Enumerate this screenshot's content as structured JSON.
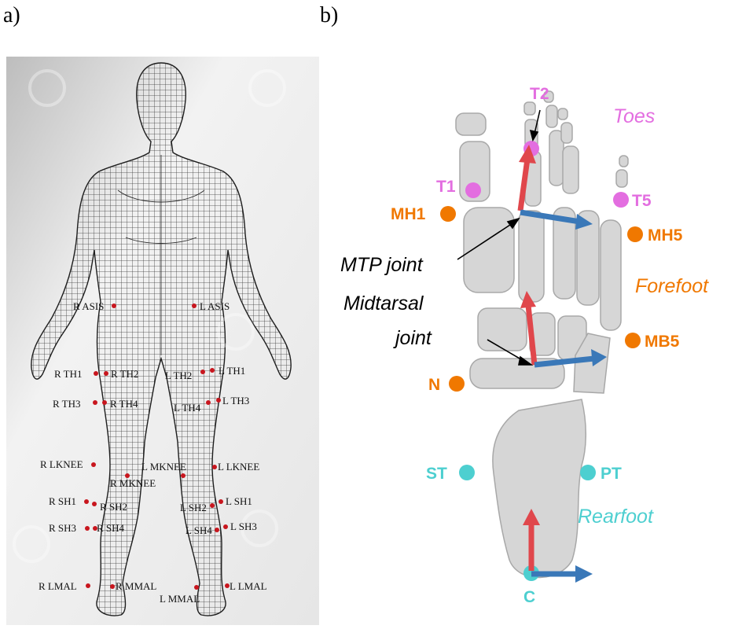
{
  "panel_labels": {
    "a": "a)",
    "b": "b)"
  },
  "body_markers": [
    {
      "id": "r-asis",
      "label": "R ASIS"
    },
    {
      "id": "l-asis",
      "label": "L ASIS"
    },
    {
      "id": "r-th1",
      "label": "R TH1"
    },
    {
      "id": "r-th2",
      "label": "R TH2"
    },
    {
      "id": "l-th2",
      "label": "L TH2"
    },
    {
      "id": "l-th1",
      "label": "L TH1"
    },
    {
      "id": "r-th3",
      "label": "R TH3"
    },
    {
      "id": "r-th4",
      "label": "R TH4"
    },
    {
      "id": "l-th4",
      "label": "L TH4"
    },
    {
      "id": "l-th3",
      "label": "L TH3"
    },
    {
      "id": "r-lknee",
      "label": "R LKNEE"
    },
    {
      "id": "l-mknee",
      "label": "L MKNEE"
    },
    {
      "id": "l-lknee",
      "label": "L LKNEE"
    },
    {
      "id": "r-mknee",
      "label": "R MKNEE"
    },
    {
      "id": "r-sh1",
      "label": "R SH1"
    },
    {
      "id": "r-sh2",
      "label": "R SH2"
    },
    {
      "id": "l-sh2",
      "label": "L SH2"
    },
    {
      "id": "l-sh1",
      "label": "L SH1"
    },
    {
      "id": "r-sh3",
      "label": "R SH3"
    },
    {
      "id": "r-sh4",
      "label": "R SH4"
    },
    {
      "id": "l-sh4",
      "label": "L SH4"
    },
    {
      "id": "l-sh3",
      "label": "L SH3"
    },
    {
      "id": "r-lmal",
      "label": "R LMAL"
    },
    {
      "id": "r-mmal",
      "label": "R MMAL"
    },
    {
      "id": "l-lmal",
      "label": "L LMAL"
    },
    {
      "id": "l-mmal",
      "label": "L MMAL"
    }
  ],
  "foot_markers": [
    {
      "id": "t2",
      "label": "T2",
      "group": "toes"
    },
    {
      "id": "t1",
      "label": "T1",
      "group": "toes"
    },
    {
      "id": "t5",
      "label": "T5",
      "group": "toes"
    },
    {
      "id": "mh1",
      "label": "MH1",
      "group": "forefoot"
    },
    {
      "id": "mh5",
      "label": "MH5",
      "group": "forefoot"
    },
    {
      "id": "mb5",
      "label": "MB5",
      "group": "forefoot"
    },
    {
      "id": "n",
      "label": "N",
      "group": "forefoot"
    },
    {
      "id": "st",
      "label": "ST",
      "group": "rearfoot"
    },
    {
      "id": "pt",
      "label": "PT",
      "group": "rearfoot"
    },
    {
      "id": "c",
      "label": "C",
      "group": "rearfoot"
    }
  ],
  "segments": {
    "toes": "Toes",
    "forefoot": "Forefoot",
    "rearfoot": "Rearfoot"
  },
  "joints": {
    "mtp": "MTP joint",
    "midtarsal_line1": "Midtarsal",
    "midtarsal_line2": "joint"
  },
  "colors": {
    "toes": "#e36ee0",
    "forefoot": "#f07800",
    "rearfoot": "#4dcfd0",
    "bone": "#d6d6d6",
    "bone_stroke": "#a8a8a8",
    "arrow_red": "#e0474c",
    "arrow_blue": "#3a78b8",
    "marker_red": "#c8161e"
  }
}
